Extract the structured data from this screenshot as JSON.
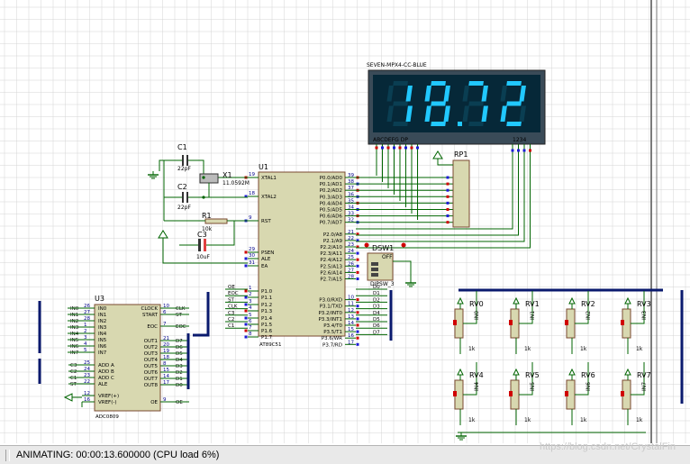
{
  "status": {
    "text": "ANIMATING: 00:00:13.600000 (CPU load 6%)"
  },
  "watermark": "https://blog.csdn.net/CrystalFin",
  "display": {
    "model": "SEVEN-MPX4-CC-BLUE",
    "value": "18.72",
    "seg_labels": "ABCDEFG  DP",
    "digit_labels": "1234"
  },
  "mcu": {
    "ref": "U1",
    "model": "AT89C51",
    "left_pins": [
      [
        "19",
        "XTAL1"
      ],
      [
        "18",
        "XTAL2"
      ],
      [
        "9",
        "RST"
      ],
      [
        "29",
        "PSEN"
      ],
      [
        "30",
        "ALE"
      ],
      [
        "31",
        "EA"
      ],
      [
        "1",
        "P1.0"
      ],
      [
        "2",
        "P1.1"
      ],
      [
        "3",
        "P1.2"
      ],
      [
        "4",
        "P1.3"
      ],
      [
        "5",
        "P1.4"
      ],
      [
        "6",
        "P1.5"
      ],
      [
        "7",
        "P1.6"
      ],
      [
        "8",
        "P1.7"
      ]
    ],
    "right_pins": [
      [
        "39",
        "P0.0/AD0"
      ],
      [
        "38",
        "P0.1/AD1"
      ],
      [
        "37",
        "P0.2/AD2"
      ],
      [
        "36",
        "P0.3/AD3"
      ],
      [
        "35",
        "P0.4/AD4"
      ],
      [
        "34",
        "P0.5/AD5"
      ],
      [
        "33",
        "P0.6/AD6"
      ],
      [
        "32",
        "P0.7/AD7"
      ],
      [
        "21",
        "P2.0/A8"
      ],
      [
        "22",
        "P2.1/A9"
      ],
      [
        "23",
        "P2.2/A10"
      ],
      [
        "24",
        "P2.3/A11"
      ],
      [
        "25",
        "P2.4/A12"
      ],
      [
        "26",
        "P2.5/A13"
      ],
      [
        "27",
        "P2.6/A14"
      ],
      [
        "28",
        "P2.7/A15"
      ],
      [
        "10",
        "P3.0/RXD"
      ],
      [
        "11",
        "P3.1/TXD"
      ],
      [
        "12",
        "P3.2/INT0"
      ],
      [
        "13",
        "P3.3/INT1"
      ],
      [
        "14",
        "P3.4/T0"
      ],
      [
        "15",
        "P3.5/T1"
      ],
      [
        "16",
        "P3.6/WR"
      ],
      [
        "17",
        "P3.7/RD"
      ]
    ],
    "p1_labels": [
      "OE",
      "EOC",
      "ST",
      "CLK",
      "C3",
      "C2",
      "C1"
    ],
    "p3_labels": [
      "D0",
      "D1",
      "D2",
      "D3",
      "D4",
      "D5",
      "D6",
      "D7"
    ]
  },
  "adc": {
    "ref": "U3",
    "model": "ADC0809",
    "in_pins": [
      [
        "26",
        "IN0"
      ],
      [
        "27",
        "IN1"
      ],
      [
        "28",
        "IN2"
      ],
      [
        "1",
        "IN3"
      ],
      [
        "2",
        "IN4"
      ],
      [
        "3",
        "IN5"
      ],
      [
        "4",
        "IN6"
      ],
      [
        "5",
        "IN7"
      ]
    ],
    "addr_pins": [
      [
        "25",
        "ADD A"
      ],
      [
        "24",
        "ADD B"
      ],
      [
        "23",
        "ADD C"
      ],
      [
        "22",
        "ALE"
      ]
    ],
    "vref_pins": [
      [
        "12",
        "VREF(+)"
      ],
      [
        "16",
        "VREF(-)"
      ]
    ],
    "right_pins": [
      [
        "10",
        "CLOCK"
      ],
      [
        "6",
        "START"
      ],
      [
        "7",
        "EOC"
      ],
      [
        "21",
        "OUT1"
      ],
      [
        "20",
        "OUT2"
      ],
      [
        "19",
        "OUT3"
      ],
      [
        "18",
        "OUT4"
      ],
      [
        "8",
        "OUT5"
      ],
      [
        "15",
        "OUT6"
      ],
      [
        "14",
        "OUT7"
      ],
      [
        "17",
        "OUT8"
      ],
      [
        "9",
        "OE"
      ]
    ],
    "left_net_labels": [
      "IN0",
      "IN1",
      "IN2",
      "IN3",
      "IN4",
      "IN5",
      "IN6",
      "IN7"
    ],
    "addr_net_labels": [
      "C3",
      "C2",
      "C1",
      "ST"
    ],
    "right_net_labels": [
      "CLK",
      "ST",
      "EOC",
      "D7",
      "D6",
      "D5",
      "D4",
      "D3",
      "D2",
      "D1",
      "D0",
      "OE"
    ]
  },
  "crystal": {
    "ref": "X1",
    "value": "11.0592M"
  },
  "caps": [
    {
      "ref": "C1",
      "value": "22pF"
    },
    {
      "ref": "C2",
      "value": "22pF"
    },
    {
      "ref": "C3",
      "value": "10uF"
    }
  ],
  "resistor": {
    "ref": "R1",
    "value": "10k"
  },
  "rpack": {
    "ref": "RP1"
  },
  "dipsw": {
    "ref": "DSW1",
    "model": "DIPSW_3",
    "state": "OFF"
  },
  "pots": [
    {
      "ref": "RV0",
      "value": "1k",
      "net": "IN0"
    },
    {
      "ref": "RV1",
      "value": "1k",
      "net": "IN1"
    },
    {
      "ref": "RV2",
      "value": "1k",
      "net": "IN2"
    },
    {
      "ref": "RV3",
      "value": "1k",
      "net": "IN3"
    },
    {
      "ref": "RV4",
      "value": "1k",
      "net": "IN4"
    },
    {
      "ref": "RV5",
      "value": "1k",
      "net": "IN5"
    },
    {
      "ref": "RV6",
      "value": "1k",
      "net": "IN6"
    },
    {
      "ref": "RV7",
      "value": "1k",
      "net": "IN7"
    }
  ],
  "colors": {
    "wire": "#006400",
    "body": "#d8d8b0",
    "body_border": "#7a4a30",
    "bus": "#0a1a6e",
    "lcd_bg": "#062838",
    "seg_on": "#21c8ff",
    "seg_off": "#0a3e52",
    "pin_high": "#d00000",
    "pin_low": "#1b1bd6",
    "grid": "#d4d4d4"
  }
}
